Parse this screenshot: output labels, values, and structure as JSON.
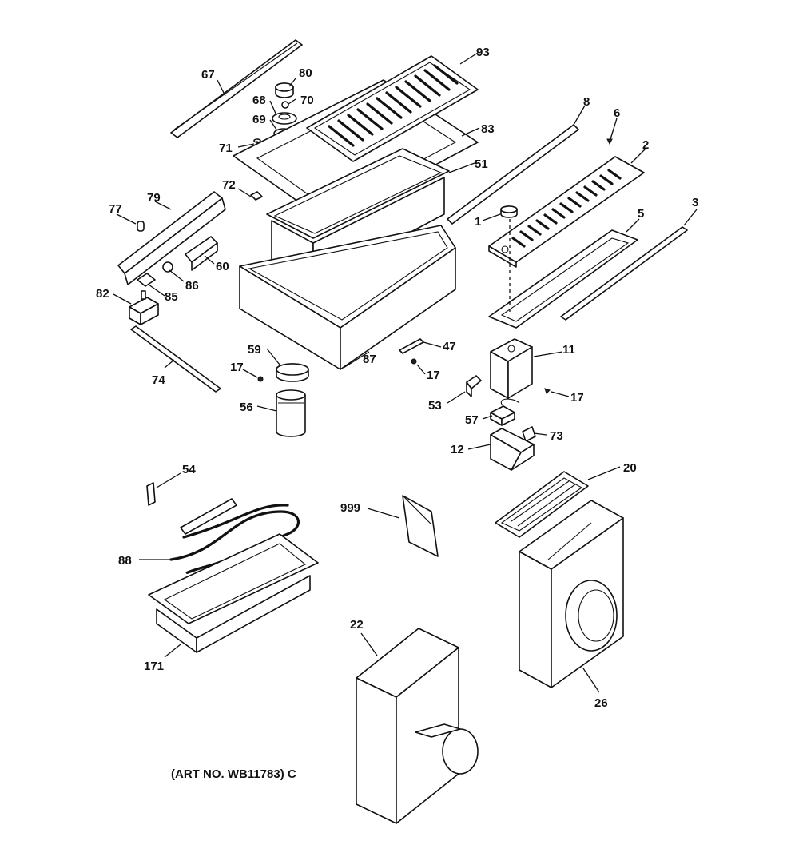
{
  "diagram": {
    "art_number": "(ART NO. WB11783) C",
    "part_callouts": [
      "1",
      "2",
      "3",
      "5",
      "6",
      "8",
      "11",
      "12",
      "17",
      "20",
      "22",
      "26",
      "47",
      "51",
      "53",
      "54",
      "56",
      "57",
      "59",
      "60",
      "67",
      "68",
      "69",
      "70",
      "71",
      "72",
      "73",
      "74",
      "77",
      "79",
      "80",
      "82",
      "83",
      "85",
      "86",
      "87",
      "88",
      "93",
      "171",
      "999"
    ],
    "line_color": "#111111",
    "background": "#ffffff"
  }
}
